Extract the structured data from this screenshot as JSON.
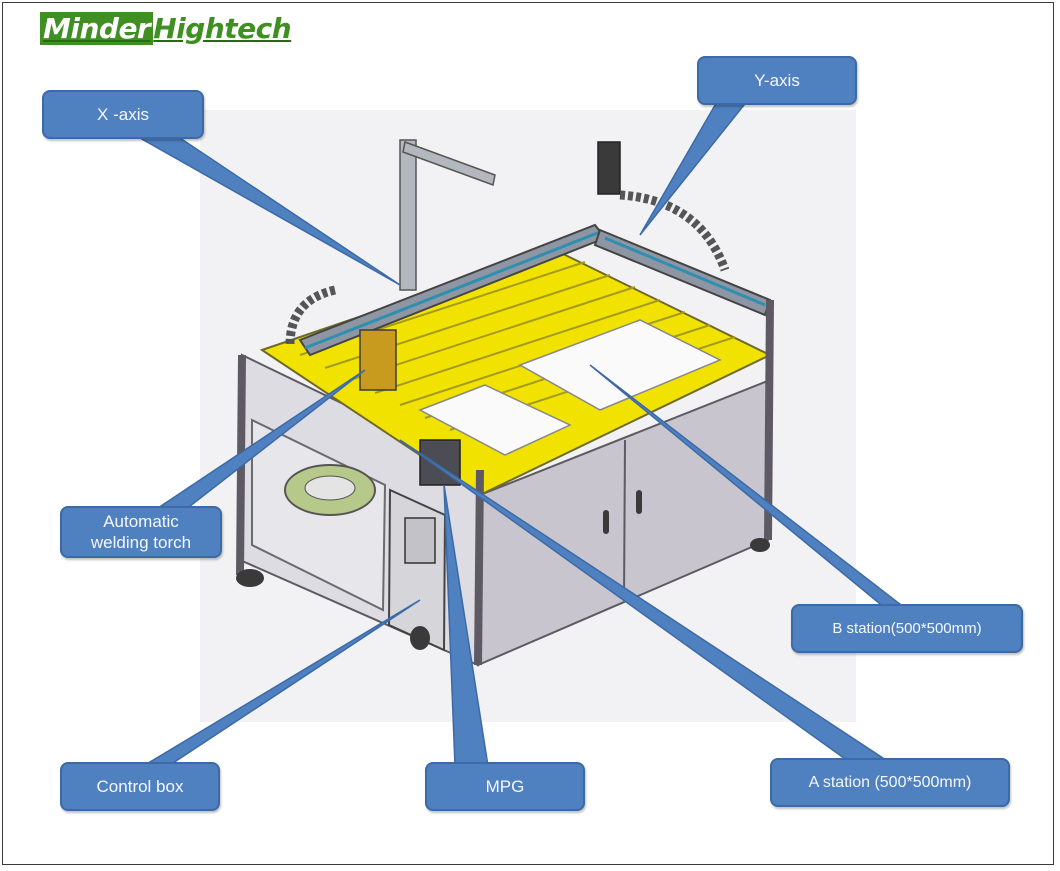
{
  "brand": {
    "part1": "Minder",
    "part2": "Hightech",
    "color": "#3f8f22"
  },
  "diagram": {
    "callout_color": "#4f80c0",
    "labels": {
      "x_axis": "X -axis",
      "y_axis": "Y-axis",
      "torch_line1": "Automatic",
      "torch_line2": "welding torch",
      "b_station": "B station(500*500mm)",
      "control_box": "Control box",
      "mpg": "MPG",
      "a_station": "A station (500*500mm)"
    },
    "table_color": "#f2e200",
    "frame_color": "#c7c4cf"
  }
}
